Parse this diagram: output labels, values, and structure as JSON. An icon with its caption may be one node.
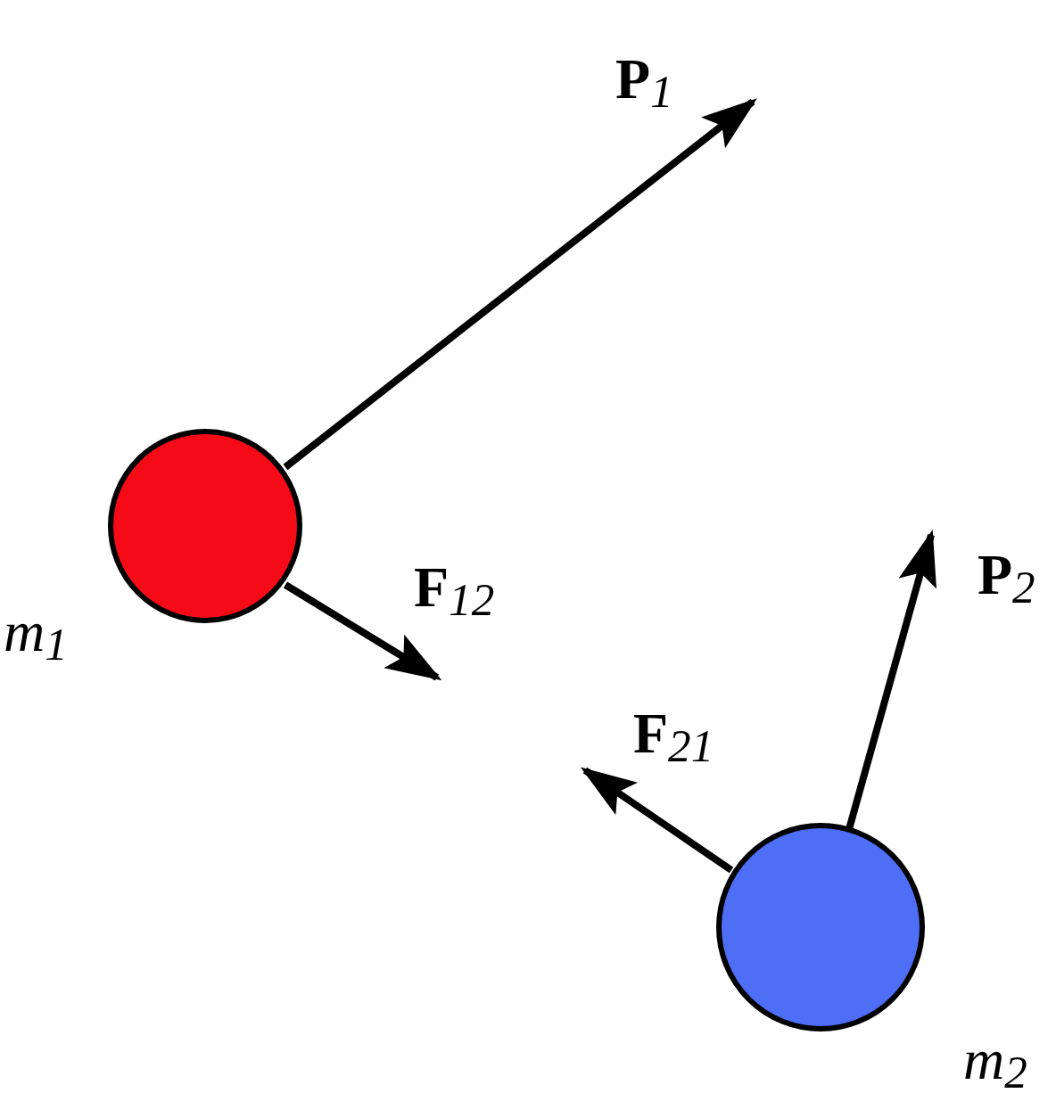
{
  "diagram": {
    "nodes": [
      {
        "text": [],
        "shape": "circle",
        "beside": [
          "m$_{1}$"
        ]
      },
      {
        "text": [],
        "shape": "circle",
        "beside": [
          "m$_{2}$"
        ]
      }
    ],
    "labels": [
      "**P**$_{1}$",
      "**F**$_{12}$",
      "**P**$_{2}$",
      "**F**$_{21}$"
    ]
  }
}
